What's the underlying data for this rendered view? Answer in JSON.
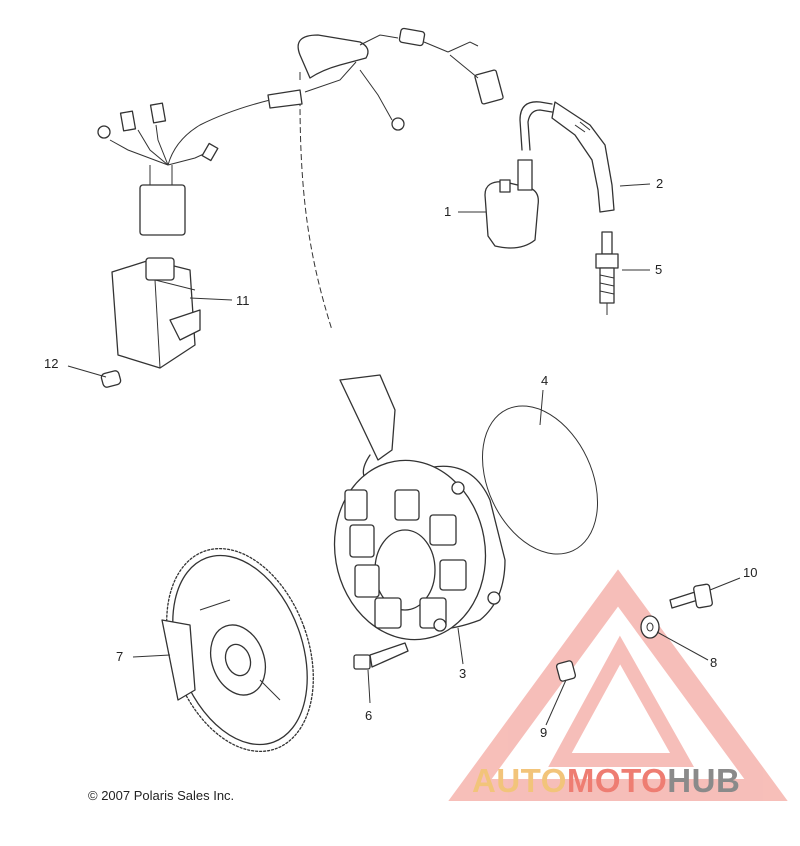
{
  "part_numbers": [
    "1",
    "2",
    "3",
    "4",
    "5",
    "6",
    "7",
    "8",
    "9",
    "10",
    "11",
    "12"
  ],
  "copyright": "© 2007 Polaris Sales Inc.",
  "watermark": {
    "part1": "AUTO",
    "part2": "MOTO",
    "part3": "HUB",
    "colors": {
      "auto": "#f2c47a",
      "moto": "#ee7d72",
      "hub": "#8a8a8a",
      "triangle": "#f08a80"
    }
  }
}
